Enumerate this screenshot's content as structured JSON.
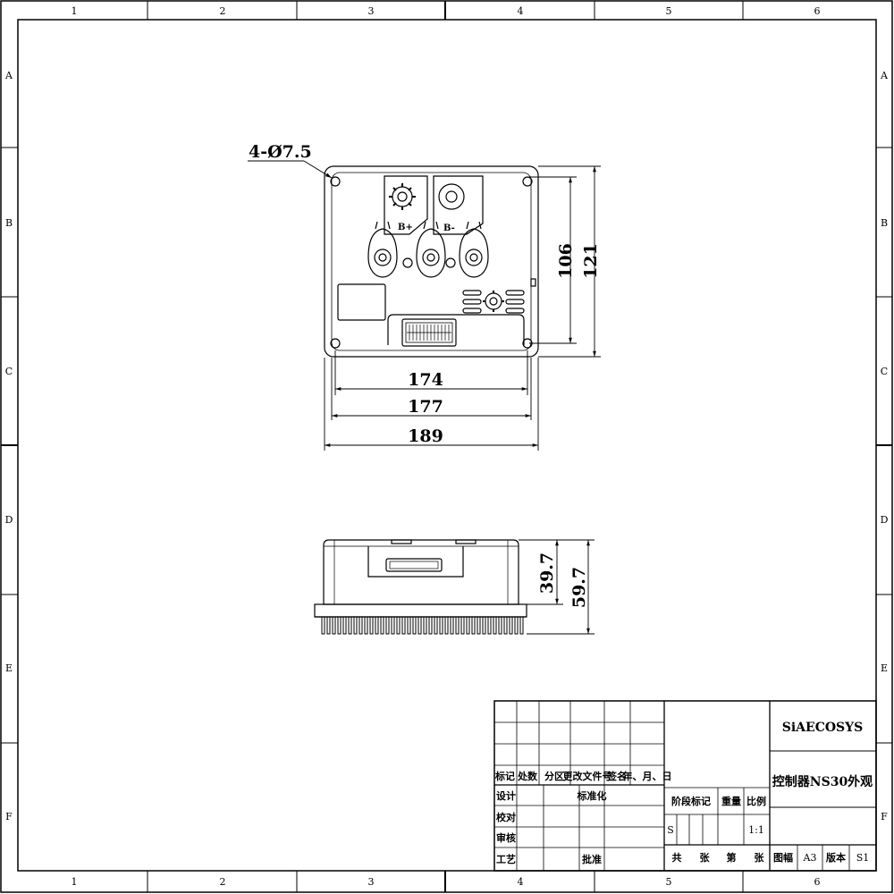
{
  "sheet": {
    "columns": [
      "1",
      "2",
      "3",
      "4",
      "5",
      "6"
    ],
    "rows": [
      "A",
      "B",
      "C",
      "D",
      "E",
      "F"
    ]
  },
  "top_view": {
    "hole_callout": "4-Ø7.5",
    "dims": {
      "inner_height": "106",
      "outer_height": "121",
      "w1": "174",
      "w2": "177",
      "w3": "189"
    },
    "terminal_labels": {
      "positive": "B+",
      "negative": "B-"
    }
  },
  "side_view": {
    "dims": {
      "body_height": "39.7",
      "total_height": "59.7"
    }
  },
  "title_block": {
    "company": "SiAECOSYS",
    "drawing_title": "控制器NS30外观",
    "rev_headers": [
      "标记",
      "处数",
      "分区",
      "更改文件号",
      "签名",
      "年、月、日"
    ],
    "role_design": "设计",
    "role_check": "校对",
    "role_review": "审核",
    "role_process": "工艺",
    "standardize": "标准化",
    "approve": "批准",
    "stage_mark": "阶段标记",
    "weight": "重量",
    "scale": "比例",
    "stage_value": "S",
    "scale_value": "1:1",
    "total": "共",
    "sheets": "张",
    "sheet_no": "第",
    "sheet_unit": "张",
    "format_label": "图幅",
    "format_value": "A3",
    "version_label": "版本",
    "version_value": "S1"
  }
}
